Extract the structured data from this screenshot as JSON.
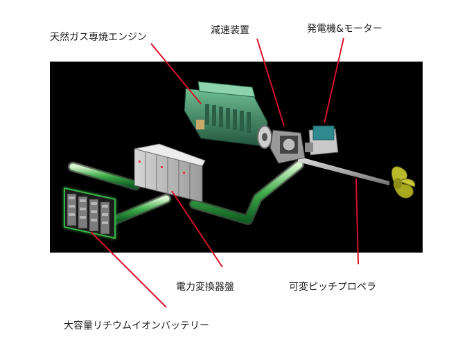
{
  "labels": {
    "engine": "天然ガス専焼エンジン",
    "reduction_gear": "減速装置",
    "generator_motor": "発電機&モーター",
    "power_converter": "電力変換器盤",
    "propeller": "可変ピッチプロペラ",
    "battery": "大容量リチウムイオンバッテリー"
  },
  "colors": {
    "background": "#000000",
    "leader_line": "#d8102a",
    "power_flow": "#39b54a",
    "engine": "#3e8f6a",
    "motor": "#2e8a8e",
    "propeller": "#b9b92a"
  }
}
